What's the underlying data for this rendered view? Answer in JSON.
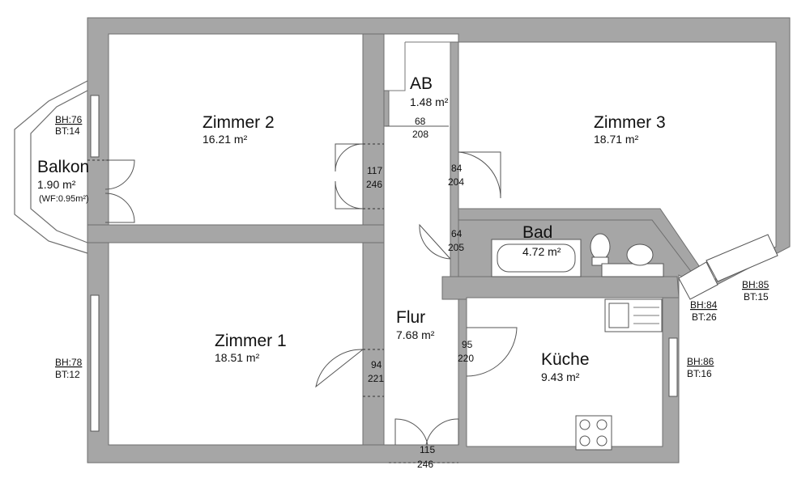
{
  "rooms": {
    "zimmer2": {
      "name": "Zimmer 2",
      "area": "16.21 m²"
    },
    "zimmer3": {
      "name": "Zimmer 3",
      "area": "18.71 m²"
    },
    "zimmer1": {
      "name": "Zimmer 1",
      "area": "18.51 m²"
    },
    "ab": {
      "name": "AB",
      "area": "1.48 m²"
    },
    "balkon": {
      "name": "Balkon",
      "area": "1.90 m²",
      "wf": "(WF:0.95m²)"
    },
    "bad": {
      "name": "Bad",
      "area": "4.72 m²"
    },
    "flur": {
      "name": "Flur",
      "area": "7.68 m²"
    },
    "kueche": {
      "name": "Küche",
      "area": "9.43 m²"
    }
  },
  "doors": {
    "ab": {
      "w": "68",
      "h": "208"
    },
    "zimmer2": {
      "w": "117",
      "h": "246"
    },
    "zimmer3": {
      "w": "84",
      "h": "204"
    },
    "bad": {
      "w": "64",
      "h": "205"
    },
    "kueche": {
      "w": "95",
      "h": "220"
    },
    "zimmer1": {
      "w": "94",
      "h": "221"
    },
    "entrance": {
      "w": "115",
      "h": "246"
    }
  },
  "windows": {
    "balkon": {
      "bh": "BH:76",
      "bt": "BT:14"
    },
    "zimmer1": {
      "bh": "BH:78",
      "bt": "BT:12"
    },
    "zimmer3_a": {
      "bh": "BH:84",
      "bt": "BT:26"
    },
    "zimmer3_b": {
      "bh": "BH:85",
      "bt": "BT:15"
    },
    "kueche": {
      "bh": "BH:86",
      "bt": "BT:16"
    }
  }
}
